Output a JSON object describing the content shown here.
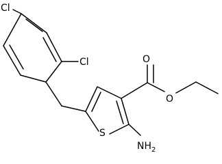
{
  "molecule": {
    "atom_labels": {
      "cl_top": "Cl",
      "cl_ortho": "Cl",
      "o_carbonyl": "O",
      "o_ester": "O",
      "s_ring": "S",
      "nh2": "NH",
      "nh2_subscript": "2"
    }
  },
  "colors": {
    "bond": "#000000",
    "label": "#000000",
    "background": "#ffffff"
  }
}
